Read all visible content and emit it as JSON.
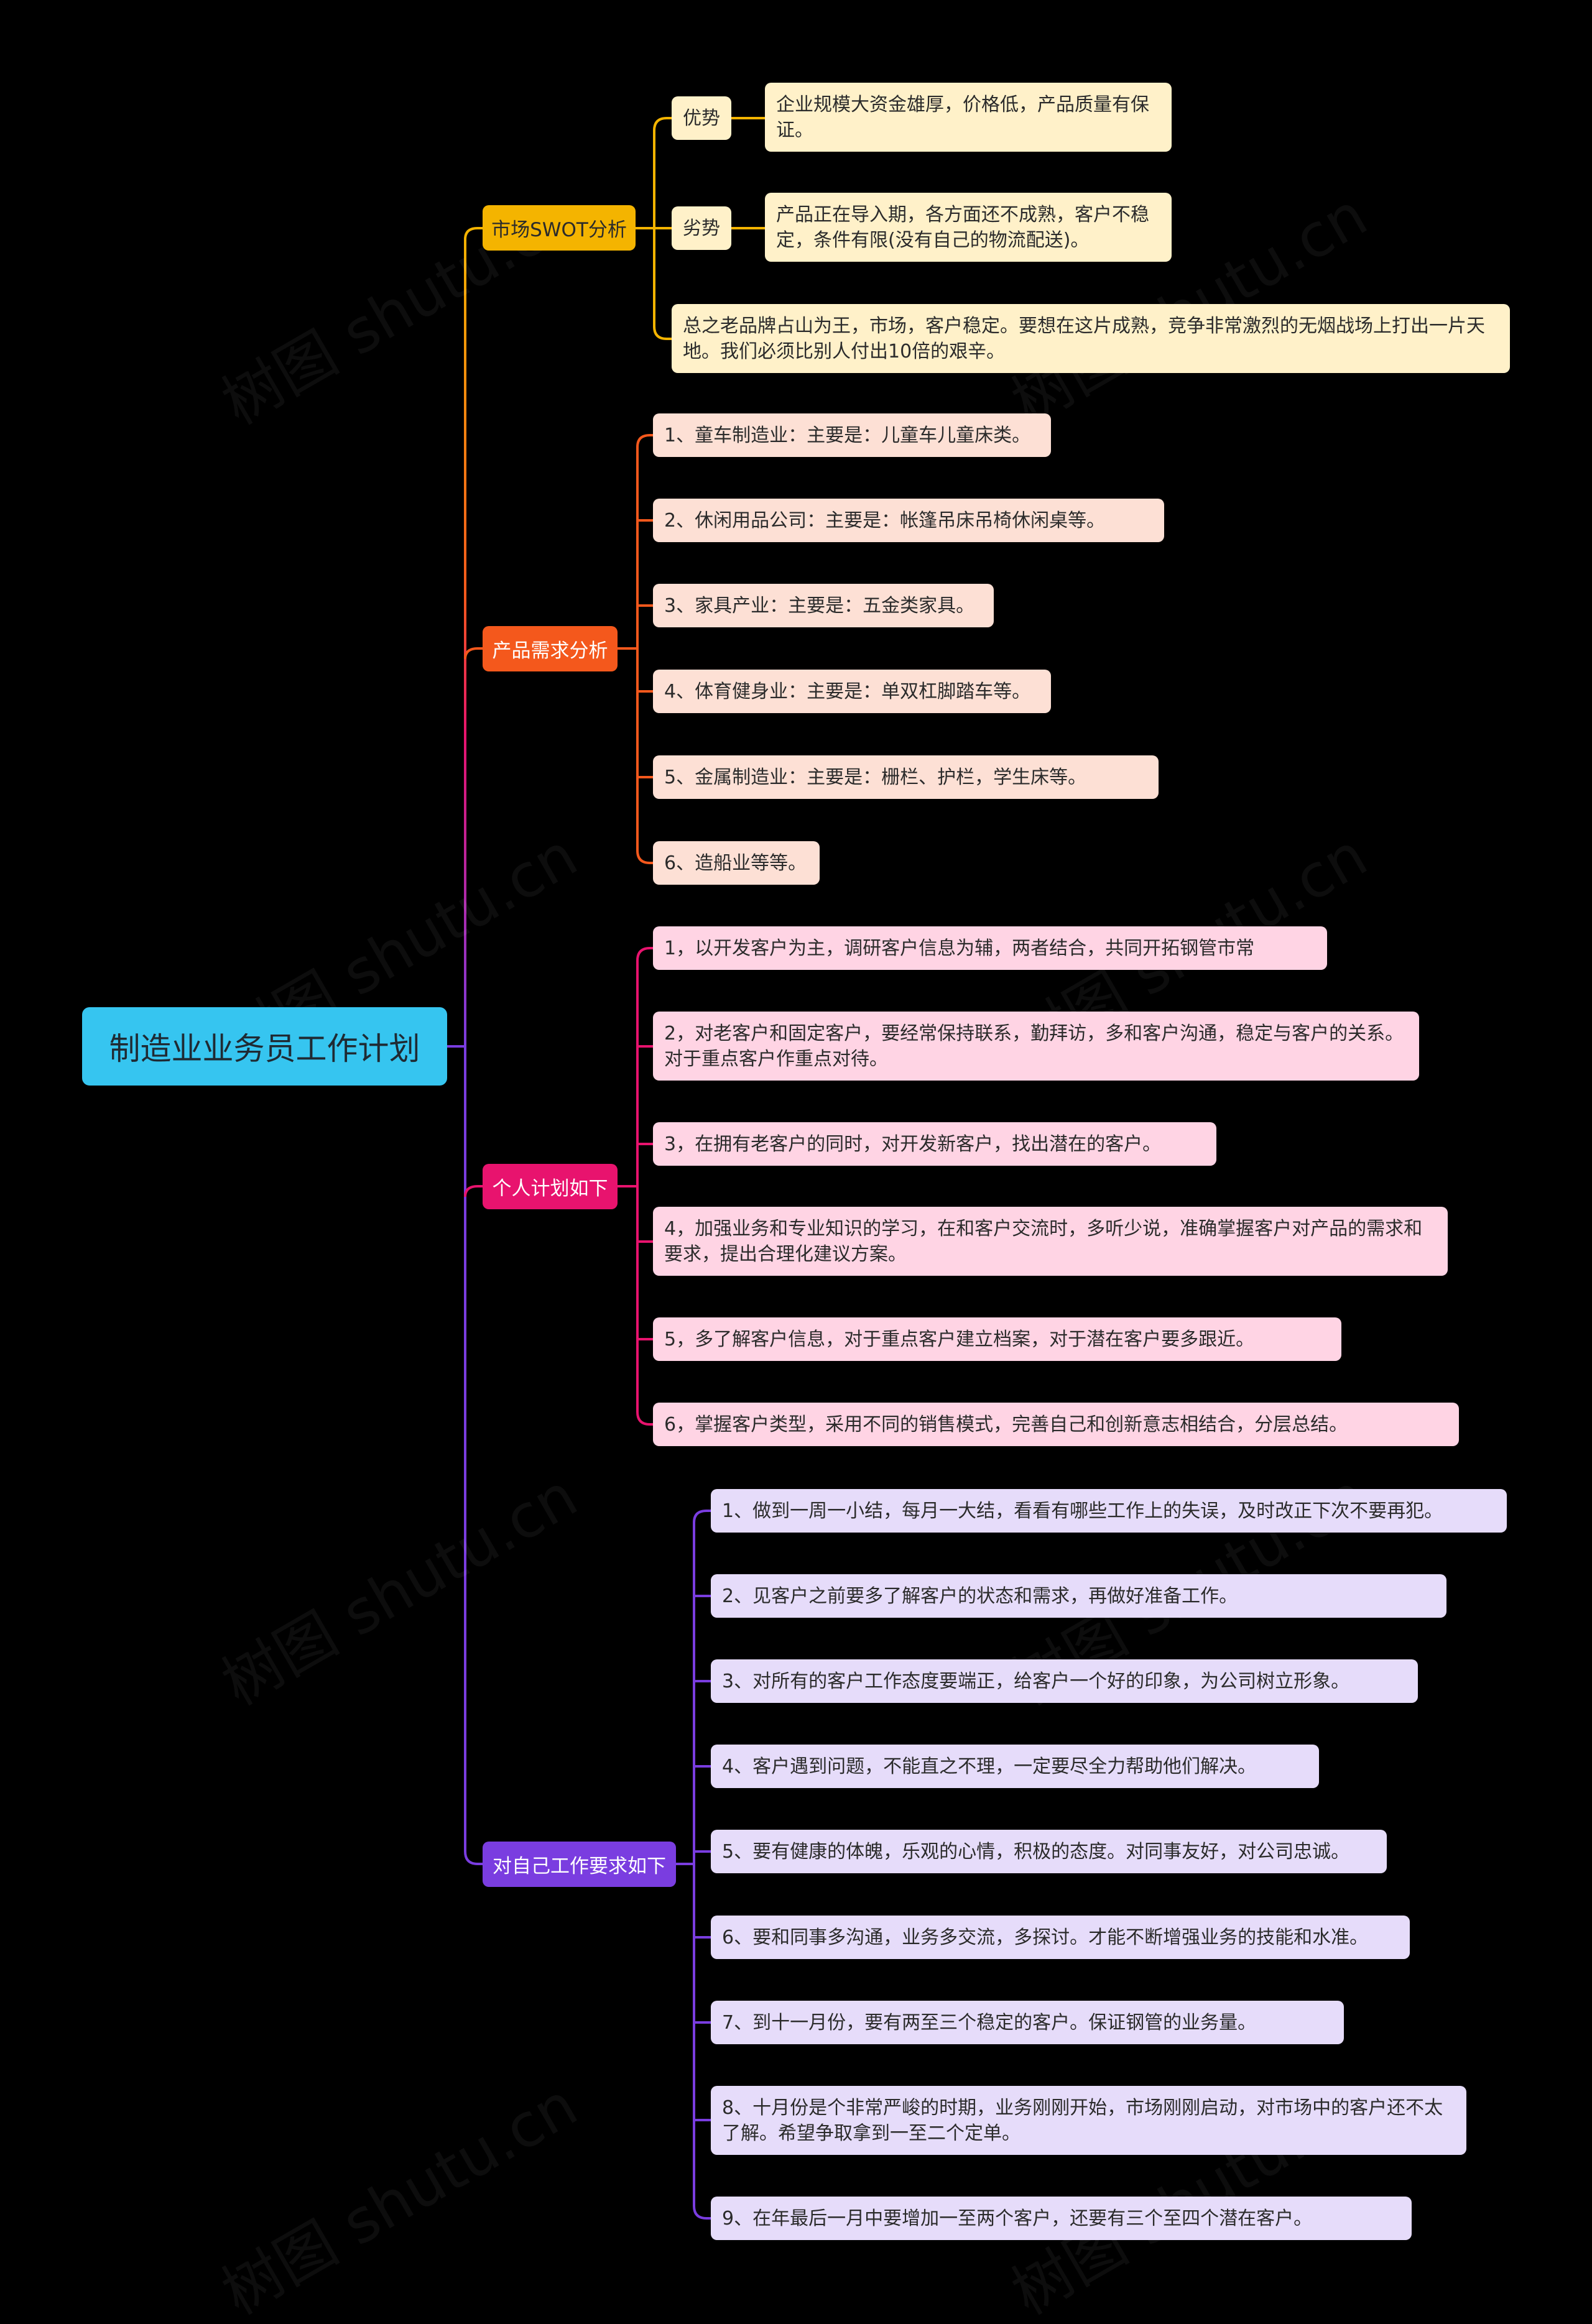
{
  "root": {
    "title": "制造业业务员工作计划"
  },
  "watermark": "树图 shutu.cn",
  "colors": {
    "root": "#36c5f0",
    "swot": "#f4b400",
    "swot_leaf": "#fff1c9",
    "demand": "#f4581c",
    "demand_leaf": "#fde0d5",
    "personal": "#e8136e",
    "personal_leaf": "#ffd4e4",
    "self": "#7a3de0",
    "self_leaf": "#e6dcfa"
  },
  "swot": {
    "label": "市场SWOT分析",
    "strength": {
      "label": "优势",
      "text": "企业规模大资金雄厚，价格低，产品质量有保证。"
    },
    "weakness": {
      "label": "劣势",
      "text": "产品正在导入期，各方面还不成熟，客户不稳定，条件有限(没有自己的物流配送)。"
    },
    "summary": "总之老品牌占山为王，市场，客户稳定。要想在这片成熟，竞争非常激烈的无烟战场上打出一片天地。我们必须比别人付出10倍的艰辛。"
  },
  "demand": {
    "label": "产品需求分析",
    "items": [
      "1、童车制造业：主要是：儿童车儿童床类。",
      "2、休闲用品公司：主要是：帐篷吊床吊椅休闲桌等。",
      "3、家具产业：主要是：五金类家具。",
      "4、体育健身业：主要是：单双杠脚踏车等。",
      "5、金属制造业：主要是：栅栏、护栏，学生床等。",
      "6、造船业等等。"
    ]
  },
  "personal": {
    "label": "个人计划如下",
    "items": [
      "1，以开发客户为主，调研客户信息为辅，两者结合，共同开拓钢管市常",
      "2，对老客户和固定客户，要经常保持联系，勤拜访，多和客户沟通，稳定与客户的关系。对于重点客户作重点对待。",
      "3，在拥有老客户的同时，对开发新客户，找出潜在的客户。",
      "4，加强业务和专业知识的学习，在和客户交流时，多听少说，准确掌握客户对产品的需求和要求，提出合理化建议方案。",
      "5，多了解客户信息，对于重点客户建立档案，对于潜在客户要多跟近。",
      "6，掌握客户类型，采用不同的销售模式，完善自己和创新意志相结合，分层总结。"
    ]
  },
  "self": {
    "label": "对自己工作要求如下",
    "items": [
      "1、做到一周一小结，每月一大结，看看有哪些工作上的失误，及时改正下次不要再犯。",
      "2、见客户之前要多了解客户的状态和需求，再做好准备工作。",
      "3、对所有的客户工作态度要端正，给客户一个好的印象，为公司树立形象。",
      "4、客户遇到问题，不能直之不理，一定要尽全力帮助他们解决。",
      "5、要有健康的体魄，乐观的心情，积极的态度。对同事友好，对公司忠诚。",
      "6、要和同事多沟通，业务多交流，多探讨。才能不断增强业务的技能和水准。",
      "7、到十一月份，要有两至三个稳定的客户。保证钢管的业务量。",
      "8、十月份是个非常严峻的时期，业务刚刚开始，市场刚刚启动，对市场中的客户还不太了解。希望争取拿到一至二个定单。",
      "9、在年最后一月中要增加一至两个客户，还要有三个至四个潜在客户。"
    ]
  }
}
